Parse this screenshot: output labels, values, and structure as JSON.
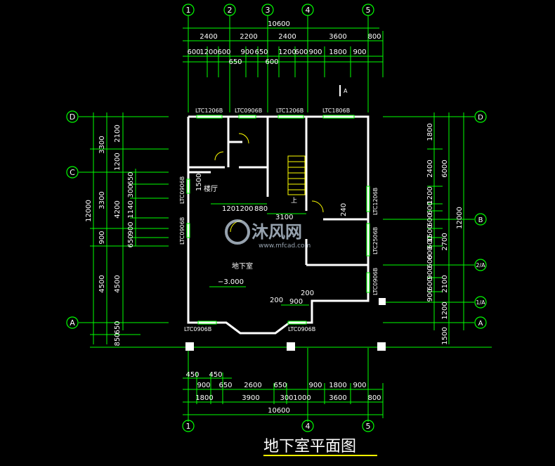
{
  "colors": {
    "background": "#000000",
    "dimension": "#00ff00",
    "wall": "#ffffff",
    "grid_line": "#ffffff",
    "label": "#ffffff",
    "watermark": "#c8d8e8",
    "title_underline": "#ffff00"
  },
  "axes": {
    "top": [
      "1",
      "2",
      "3",
      "4",
      "5"
    ],
    "bottom": [
      "1",
      "4",
      "5"
    ],
    "left": [
      "D",
      "C",
      "A"
    ],
    "right": [
      "D",
      "B",
      "2/A",
      "1/A",
      "A"
    ]
  },
  "dims_top": {
    "total": "10600",
    "row1": [
      "2400",
      "2200",
      "2400",
      "3600",
      "800"
    ],
    "row2": [
      "600",
      "1200",
      "600",
      "900",
      "650",
      "1200",
      "600",
      "900",
      "1800",
      "900"
    ],
    "row3": [
      "650",
      "600"
    ]
  },
  "dims_bottom": {
    "total": "10600",
    "row1": [
      "450",
      "450"
    ],
    "row2": [
      "900",
      "650",
      "2600",
      "650",
      "900",
      "1800",
      "900"
    ],
    "row3": [
      "1800",
      "3900",
      "300",
      "1000",
      "3600",
      "800"
    ]
  },
  "dims_left": {
    "total": "12000",
    "outer": [
      "3300",
      "3300",
      "900",
      "4500",
      "850",
      "650"
    ],
    "inner": [
      "2100",
      "1200",
      "4200",
      "4500"
    ],
    "detail": [
      "300",
      "650",
      "1140",
      "900",
      "650"
    ]
  },
  "dims_right": {
    "total": "12000",
    "outer": [
      "6000"
    ],
    "inner": [
      "1800",
      "2400",
      "1200",
      "600",
      "600",
      "1500",
      "600",
      "600",
      "2100",
      "1200",
      "1500"
    ],
    "detail": [
      "600",
      "900",
      "600",
      "900",
      "600",
      "900"
    ],
    "mid": [
      "2700"
    ]
  },
  "rooms": {
    "living": "地下室",
    "hall": "楼厅",
    "elevation": "−3.000",
    "stair_up": "上",
    "north_mark": "A"
  },
  "windows": {
    "w1": "LTC1206B",
    "w2": "LTC0906B",
    "w3": "LTC1206B",
    "w4": "LTC1806B",
    "w5": "LTC0906B",
    "w6": "LTC0906B",
    "w7": "LTC1206B",
    "w8": "LTC2506B",
    "w9": "LTC0906B",
    "w10": "LTC0906B",
    "w11": "LTC0906B"
  },
  "inner_dims": {
    "a": "1500",
    "b": "1201200",
    "c": "880",
    "d": "3100",
    "e": "240",
    "f": "200",
    "g": "200",
    "h": "900"
  },
  "title": "地下室平面图",
  "watermark": {
    "brand": "沐风网",
    "url": "www.mfcad.com"
  }
}
